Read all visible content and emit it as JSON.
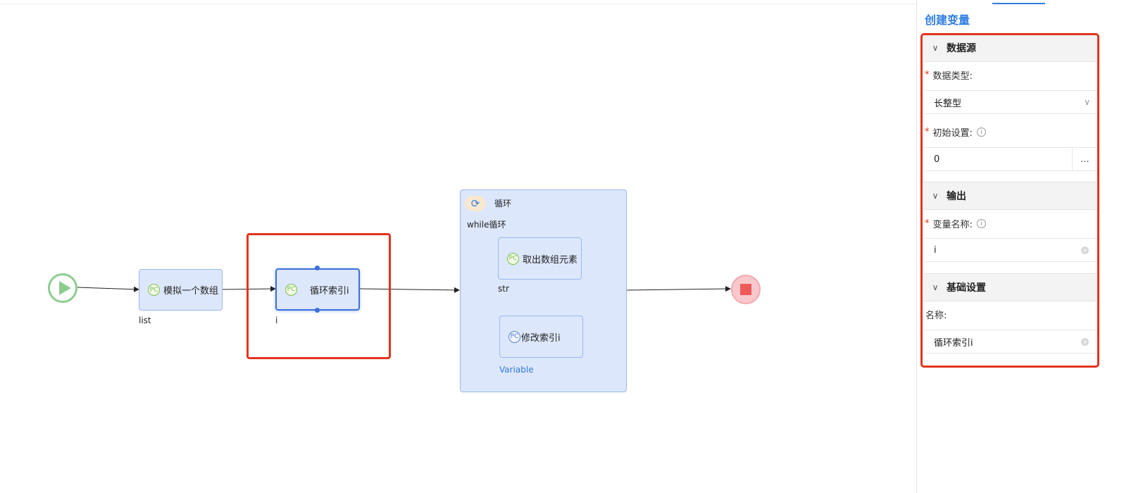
{
  "panel": {
    "title": "创建变量",
    "sections": {
      "datasource": "数据源",
      "output": "输出",
      "basic": "基础设置"
    },
    "fields": {
      "data_type_label": "数据类型:",
      "data_type_value": "长整型",
      "initial_label": "初始设置:",
      "initial_value": "0",
      "initial_more": "...",
      "var_name_label": "变量名称:",
      "var_name_value": "i",
      "name_label": "名称:",
      "name_value": "循环索引i"
    }
  },
  "flow": {
    "nodes": {
      "mock_array": {
        "label": "模拟一个数组",
        "output": "list"
      },
      "loop_index": {
        "label": "循环索引i",
        "output": "i"
      },
      "loop": {
        "label": "循环",
        "sub": "while循环"
      },
      "take_element": {
        "label": "取出数组元素",
        "output": "str"
      },
      "modify_index": {
        "label": "修改索引i",
        "output": "Variable"
      }
    }
  },
  "icons": {
    "node_icon": "variable-icon",
    "loop_icon": "loop-icon",
    "chevron": "chevron-down-icon",
    "info": "info-icon",
    "clear": "clear-icon"
  },
  "colors": {
    "accent": "#2f7de1",
    "node_fill": "#dde7fb",
    "highlight": "#e3341d",
    "start": "#8dcc8f",
    "end": "#ec5a5a"
  }
}
